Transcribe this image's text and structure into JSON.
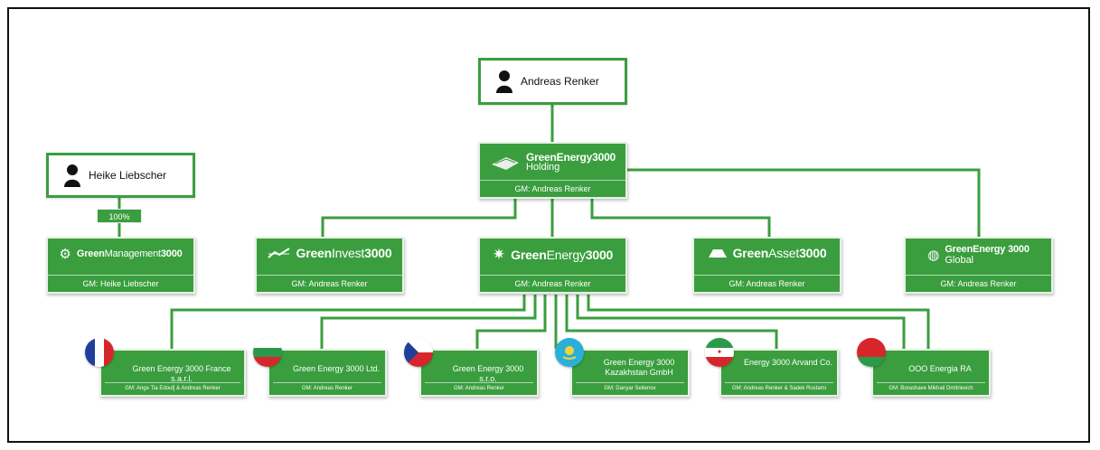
{
  "people": {
    "top": {
      "name": "Andreas Renker"
    },
    "left": {
      "name": "Heike Liebscher"
    }
  },
  "holding": {
    "logo_main": "GreenEnergy3000",
    "logo_sub": "Holding",
    "gm": "GM: Andreas Renker"
  },
  "ownership": {
    "percent": "100%"
  },
  "companies": [
    {
      "logo_a": "Green",
      "logo_b": "Management",
      "logo_c": "3000",
      "gm": "GM: Heike Liebscher",
      "icon": "gear-icon"
    },
    {
      "logo_a": "Green",
      "logo_b": "Invest",
      "logo_c": "3000",
      "gm": "GM: Andreas Renker",
      "icon": "chart-arrow-icon"
    },
    {
      "logo_a": "Green",
      "logo_b": "Energy",
      "logo_c": "3000",
      "gm": "GM: Andreas Renker",
      "icon": "leaf-star-icon"
    },
    {
      "logo_a": "Green",
      "logo_b": "Asset",
      "logo_c": "3000",
      "gm": "GM: Andreas Renker",
      "icon": "solar-panel-icon"
    },
    {
      "logo_a": "GreenEnergy 3000",
      "logo_b": "Global",
      "logo_c": "",
      "gm": "GM: Andreas Renker",
      "icon": "globe-icon"
    }
  ],
  "subsidiaries": [
    {
      "name": "Green Energy 3000 France s.a.r.l.",
      "gm": "GM: Ange Tia Edoufj & Andreas Renker",
      "flag": "france-flag-icon"
    },
    {
      "name": "Green Energy 3000 Ltd.",
      "gm": "GM: Andreas Renker",
      "flag": "bulgaria-flag-icon"
    },
    {
      "name": "Green Energy 3000 s.r.o.",
      "gm": "GM: Andreas Renker",
      "flag": "czech-flag-icon"
    },
    {
      "name": "Green Energy 3000 Kazakhstan GmbH",
      "gm": "GM: Danyar Seitenov",
      "flag": "kazakhstan-flag-icon"
    },
    {
      "name": "Energy 3000 Arvand Co.",
      "gm": "GM: Andreas Renker & Sadek Rostami",
      "flag": "iran-flag-icon"
    },
    {
      "name": "OOO Energia RA",
      "gm": "GM: Borashave Mikhail Dmitrievich",
      "flag": "belarus-flag-icon"
    }
  ],
  "colors": {
    "green": "#3a9e3e",
    "border": "#111111"
  }
}
